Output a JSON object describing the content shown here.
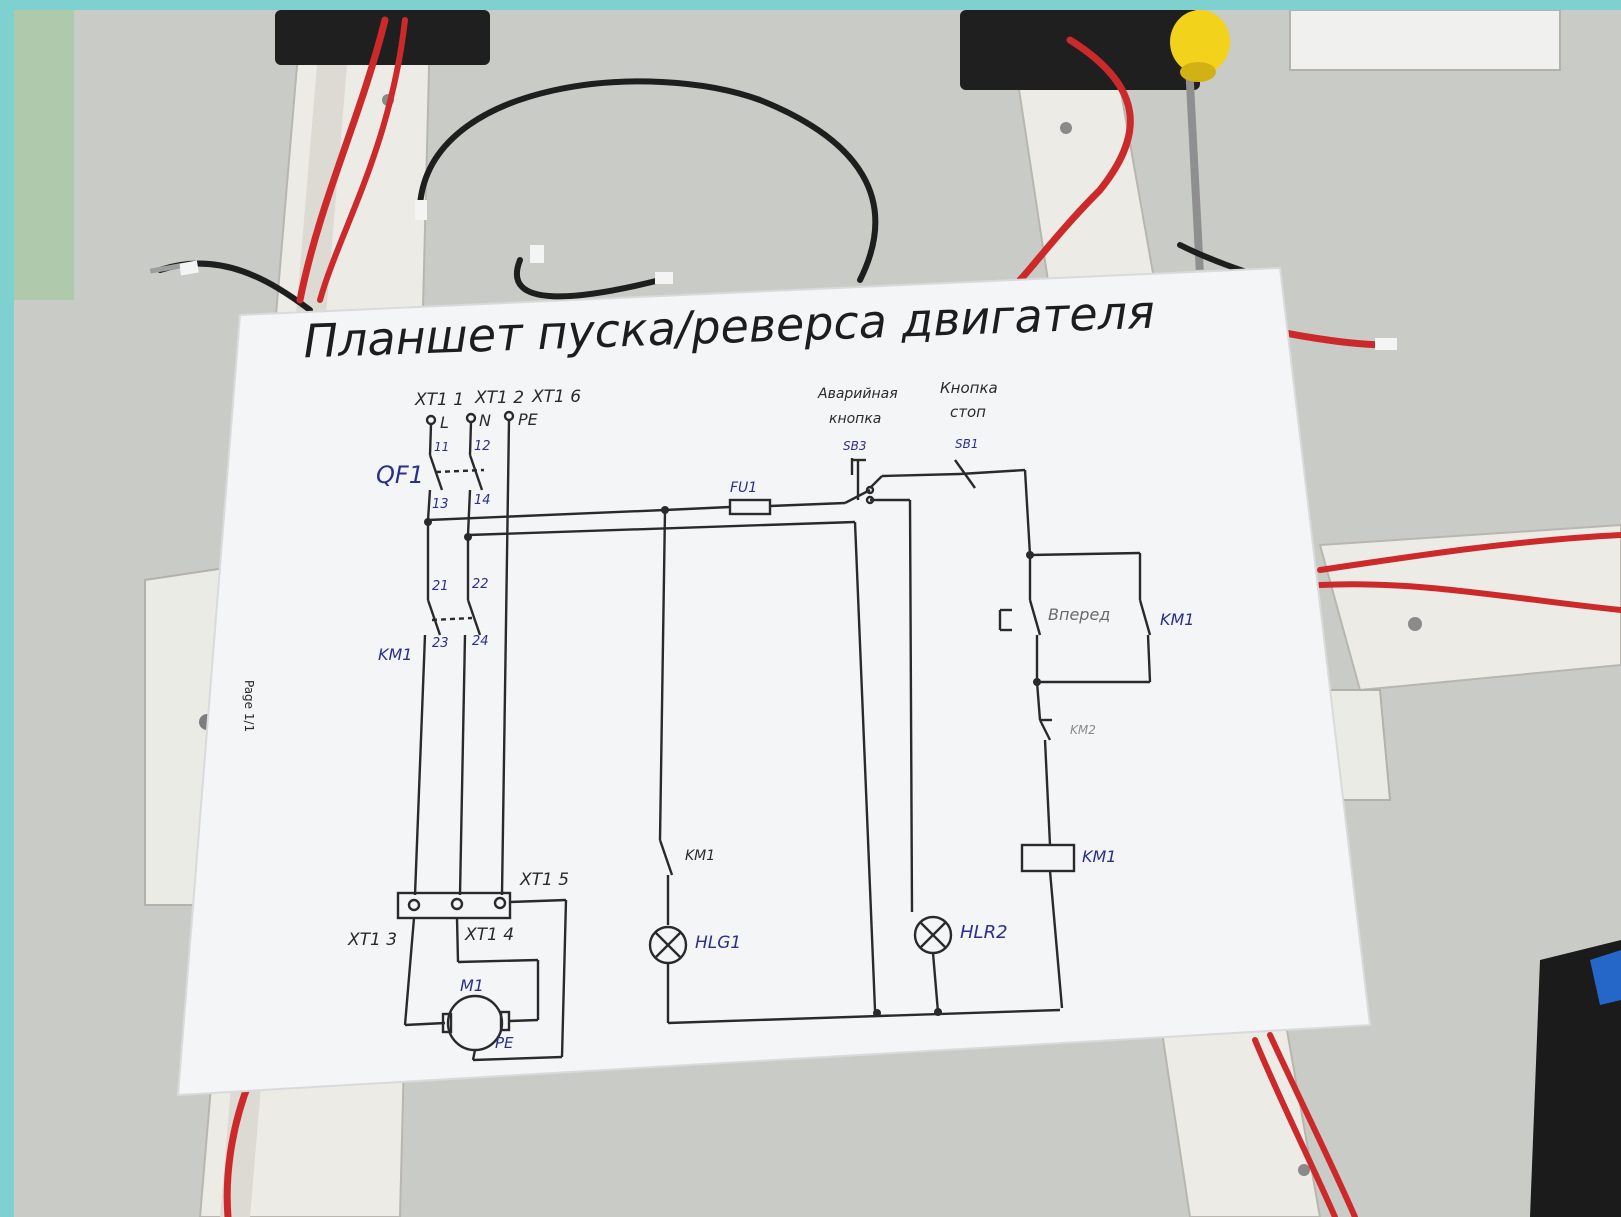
{
  "sheet": {
    "title": "Планшет пуска/реверса двигателя",
    "page_label": "Page 1/1"
  },
  "labels": {
    "xt1_1": "XT1 1",
    "xt1_2": "XT1 2",
    "xt1_6": "XT1 6",
    "l": "L",
    "n": "N",
    "pe_top": "PE",
    "t11": "11",
    "t12": "12",
    "qf1": "QF1",
    "t13": "13",
    "t14": "14",
    "t21": "21",
    "t22": "22",
    "t23": "23",
    "t24": "24",
    "km1_left": "KM1",
    "fu1": "FU1",
    "emergency_button_line1": "Аварийная",
    "emergency_button_line2": "кнопка",
    "sb3": "SB3",
    "stop_button_line1": "Кнопка",
    "stop_button_line2": "стоп",
    "sb1": "SB1",
    "forward": "Вперед",
    "km1_right": "KM1",
    "km2": "KM2",
    "km1_coil": "KM1",
    "km1_lamp": "KM1",
    "xt1_5": "XT1 5",
    "xt1_3": "XT1 3",
    "xt1_4": "XT1 4",
    "hlg1": "HLG1",
    "hlr2": "HLR2",
    "m1": "M1",
    "pe_motor": "PE"
  },
  "colors": {
    "background_border": "#7fd1cf",
    "table": "#c9ccc6",
    "paper": "#f4f5f7",
    "ink": "#2a2a2a",
    "handwriting": "#2b2f8a",
    "wire_red": "#cc2a2a",
    "wire_black": "#1e1e1e",
    "cable_duct": "#eceae4"
  }
}
